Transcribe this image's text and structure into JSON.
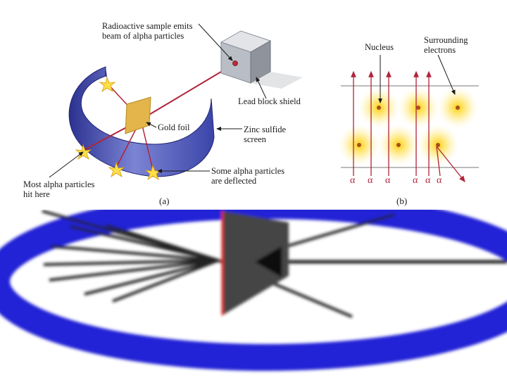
{
  "labels": {
    "source": "Radioactive sample emits\nbeam of alpha particles",
    "lead_block": "Lead block shield",
    "gold_foil": "Gold foil",
    "zinc_screen": "Zinc sulfide\nscreen",
    "most_hit": "Most alpha particles\nhit here",
    "some_deflected": "Some alpha particles\nare deflected",
    "nucleus": "Nucleus",
    "electrons": "Surrounding\nelectrons"
  },
  "panels": {
    "a": "(a)",
    "b": "(b)"
  },
  "alpha_symbol": "α",
  "colors": {
    "ring_blue": "#1f1fd0",
    "ring_diagram": "#4a55b8",
    "beam": "#b0243a",
    "gold": "#e0b040",
    "nucleus": "#a8501c",
    "electron_glow": "#ffe066"
  }
}
